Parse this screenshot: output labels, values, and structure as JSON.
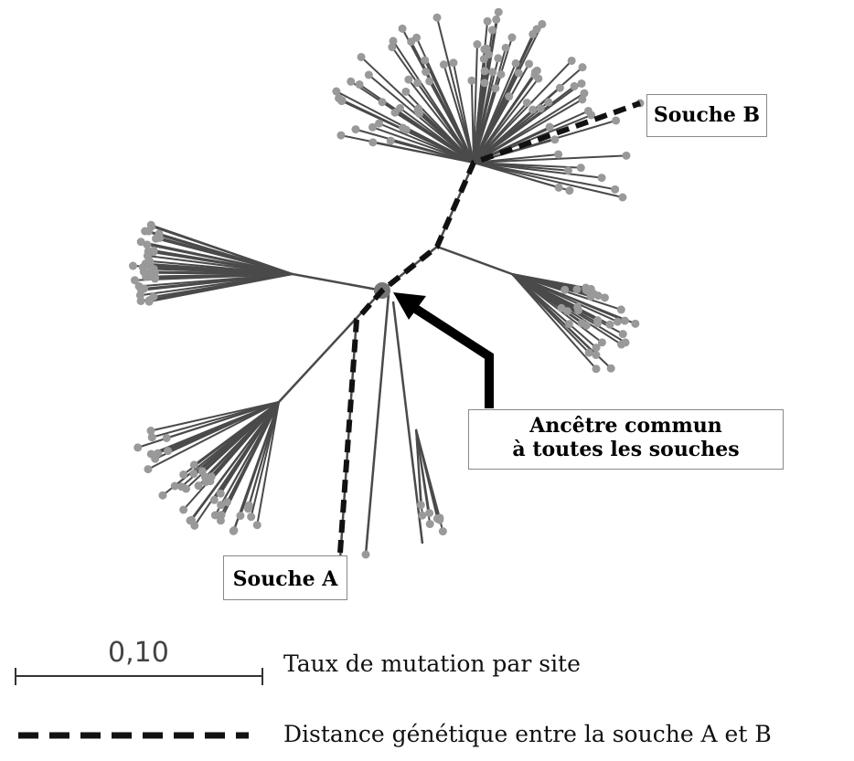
{
  "labels": {
    "souche_b": "Souche B",
    "souche_a": "Souche A",
    "ancestor_line1": "Ancêtre commun",
    "ancestor_line2": "à toutes les souches"
  },
  "legend": {
    "scale_value": "0,10",
    "scale_text": "Taux de mutation par site",
    "dashed_text": "Distance génétique entre la souche A et B"
  },
  "colors": {
    "branch": "#4a4a4a",
    "leaf": "#999999",
    "path": "#111111"
  }
}
